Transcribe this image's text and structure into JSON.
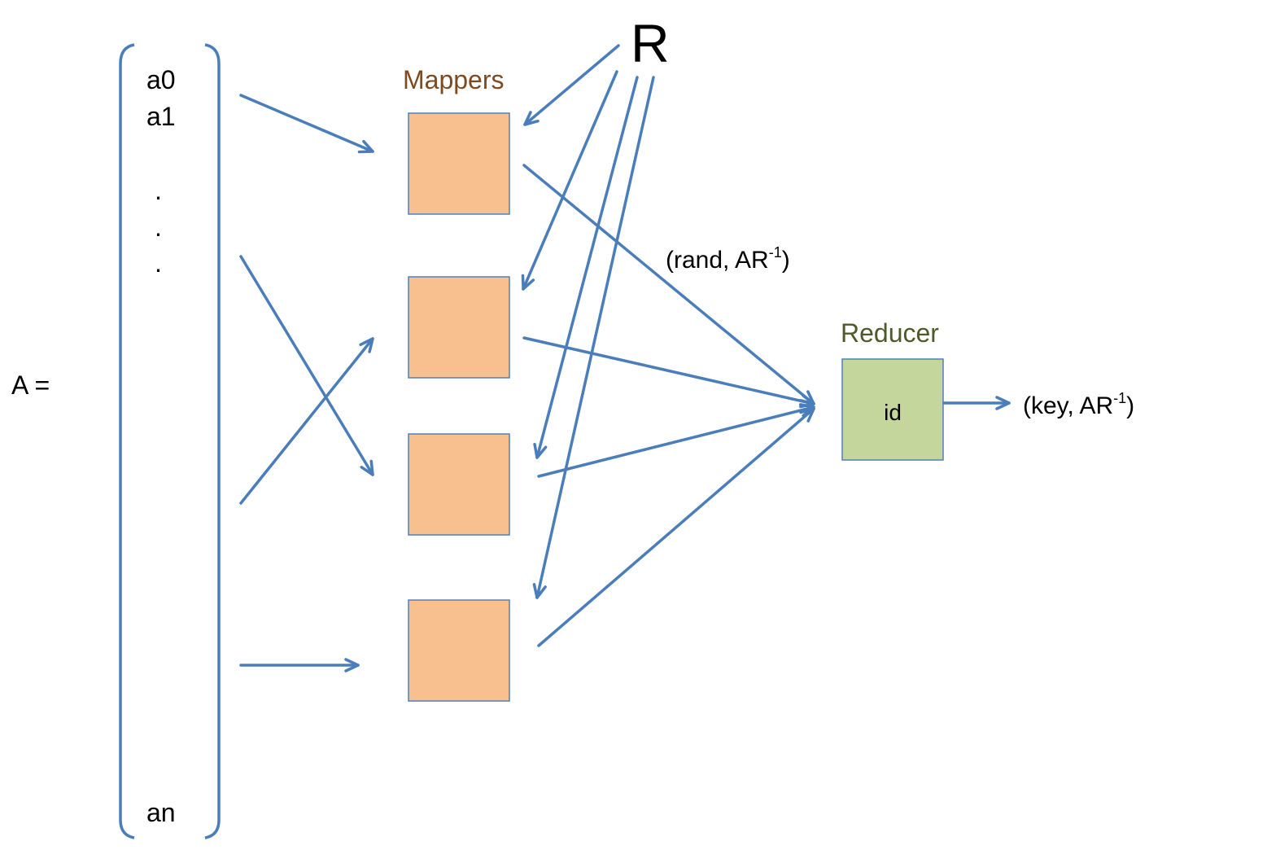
{
  "matrix": {
    "label": "A =",
    "rows_top": [
      "a0",
      "a1"
    ],
    "ellipsis": [
      ".",
      ".",
      "."
    ],
    "row_bottom": "an"
  },
  "mappers": {
    "title": "Mappers",
    "title_color": "#7f4a1f",
    "box_fill": "#f9c08f",
    "box_stroke": "#4f81bd",
    "count": 4
  },
  "reducer": {
    "title": "Reducer",
    "title_color": "#4f5a2a",
    "box_fill": "#c4d69b",
    "box_stroke": "#4f81bd",
    "label": "id"
  },
  "broadcast": {
    "label": "R"
  },
  "edge_labels": {
    "mapper_output": {
      "text": "(rand, AR",
      "sup": "-1",
      "close": ")"
    },
    "reducer_output": {
      "text": "(key, AR",
      "sup": "-1",
      "close": ")"
    }
  },
  "colors": {
    "arrow": "#4a7ebb",
    "bracket": "#4a7ebb"
  }
}
